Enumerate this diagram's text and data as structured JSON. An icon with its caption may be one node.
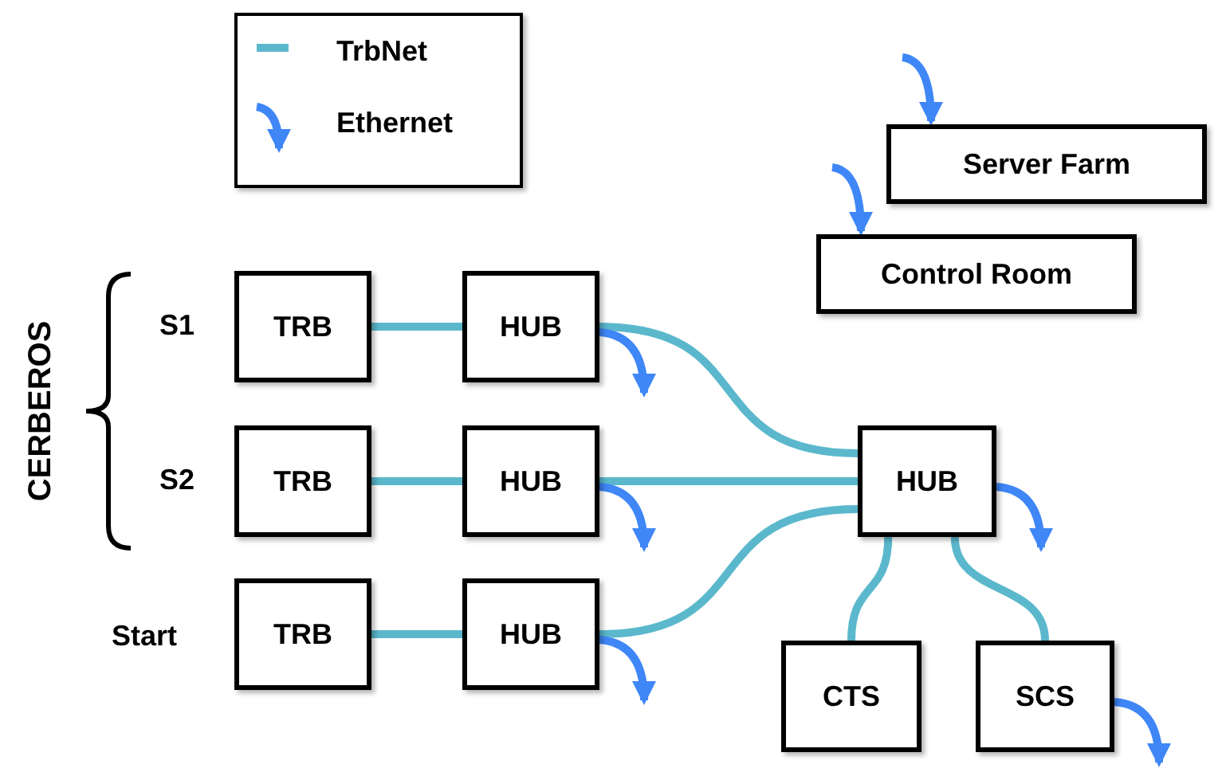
{
  "diagram": {
    "nodes": [
      {
        "text": [
          "Server Farm"
        ]
      },
      {
        "text": [
          "Control Room"
        ]
      },
      {
        "text": [
          "TRB"
        ]
      },
      {
        "text": [
          "HUB"
        ]
      },
      {
        "text": [
          "TRB"
        ]
      },
      {
        "text": [
          "HUB"
        ]
      },
      {
        "text": [
          "HUB"
        ]
      },
      {
        "text": [
          "TRB"
        ]
      },
      {
        "text": [
          "HUB"
        ]
      },
      {
        "text": [
          "CTS"
        ]
      },
      {
        "text": [
          "SCS"
        ]
      }
    ],
    "edges": [
      {
        "from": null,
        "to": 0,
        "arrow": "to",
        "color": "#3f86f7"
      },
      {
        "from": null,
        "to": 1,
        "arrow": "to",
        "color": "#3f86f7"
      },
      {
        "from": 2,
        "to": 3,
        "arrow": "none"
      },
      {
        "from": 3,
        "to": 6,
        "arrow": "none"
      },
      {
        "from": 3,
        "to": null,
        "arrow": "to",
        "color": "#3f86f7"
      },
      {
        "from": 4,
        "to": 5,
        "arrow": "none"
      },
      {
        "from": 5,
        "to": 6,
        "arrow": "none"
      },
      {
        "from": 5,
        "to": null,
        "arrow": "to",
        "color": "#3f86f7"
      },
      {
        "from": 6,
        "to": null,
        "arrow": "to",
        "color": "#3f86f7"
      },
      {
        "from": 7,
        "to": 8,
        "arrow": "none"
      },
      {
        "from": 8,
        "to": 6,
        "arrow": "none"
      },
      {
        "from": 8,
        "to": null,
        "arrow": "to",
        "color": "#3f86f7"
      },
      {
        "from": 6,
        "to": 9,
        "arrow": "none"
      },
      {
        "from": 6,
        "to": 10,
        "arrow": "none"
      },
      {
        "from": 10,
        "to": null,
        "arrow": "to",
        "color": "#3f86f7"
      }
    ],
    "labels": [
      "CERBEROS",
      "S1",
      "S2",
      "Start"
    ],
    "legend": [
      {
        "text": "TrbNet"
      },
      {
        "text": "Ethernet"
      }
    ]
  }
}
